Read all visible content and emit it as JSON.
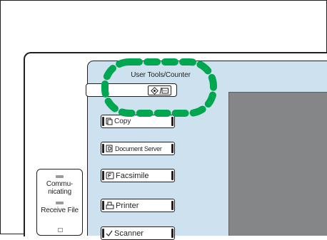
{
  "panel": {
    "user_tools_counter_label": "User Tools/Counter",
    "status": {
      "communicating_label": "Commu-\nnicating",
      "receive_file_label": "Receive File"
    },
    "function_keys": [
      {
        "label": "Copy",
        "icon": "copy-icon"
      },
      {
        "label": "Document Server",
        "icon": "document-server-icon"
      },
      {
        "label": "Facsimile",
        "icon": "facsimile-icon"
      },
      {
        "label": "Printer",
        "icon": "printer-icon"
      },
      {
        "label": "Scanner",
        "icon": "scanner-icon"
      }
    ]
  },
  "colors": {
    "panel_background": "#cde2ee",
    "screen": "#848688",
    "highlight": "#00a650",
    "ink": "#231f20"
  }
}
